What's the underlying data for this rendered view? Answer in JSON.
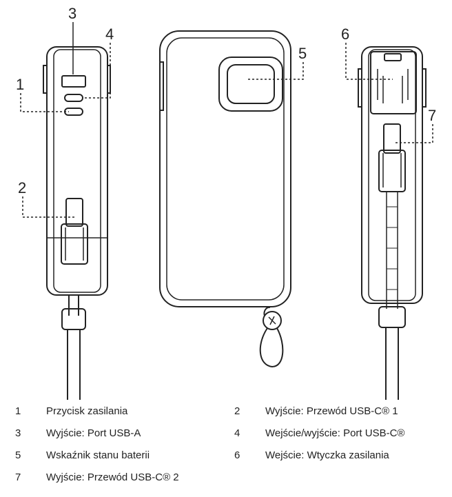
{
  "callouts": [
    "1",
    "2",
    "3",
    "4",
    "5",
    "6",
    "7"
  ],
  "legend": [
    {
      "num": "1",
      "label": "Przycisk zasilania"
    },
    {
      "num": "2",
      "label": "Wyjście: Przewód USB-C® 1"
    },
    {
      "num": "3",
      "label": "Wyjście: Port USB-A"
    },
    {
      "num": "4",
      "label": "Wejście/wyjście: Port USB-C®"
    },
    {
      "num": "5",
      "label": "Wskaźnik stanu baterii"
    },
    {
      "num": "6",
      "label": "Wejście: Wtyczka zasilania"
    },
    {
      "num": "7",
      "label": "Wyjście: Przewód USB-C® 2"
    }
  ]
}
